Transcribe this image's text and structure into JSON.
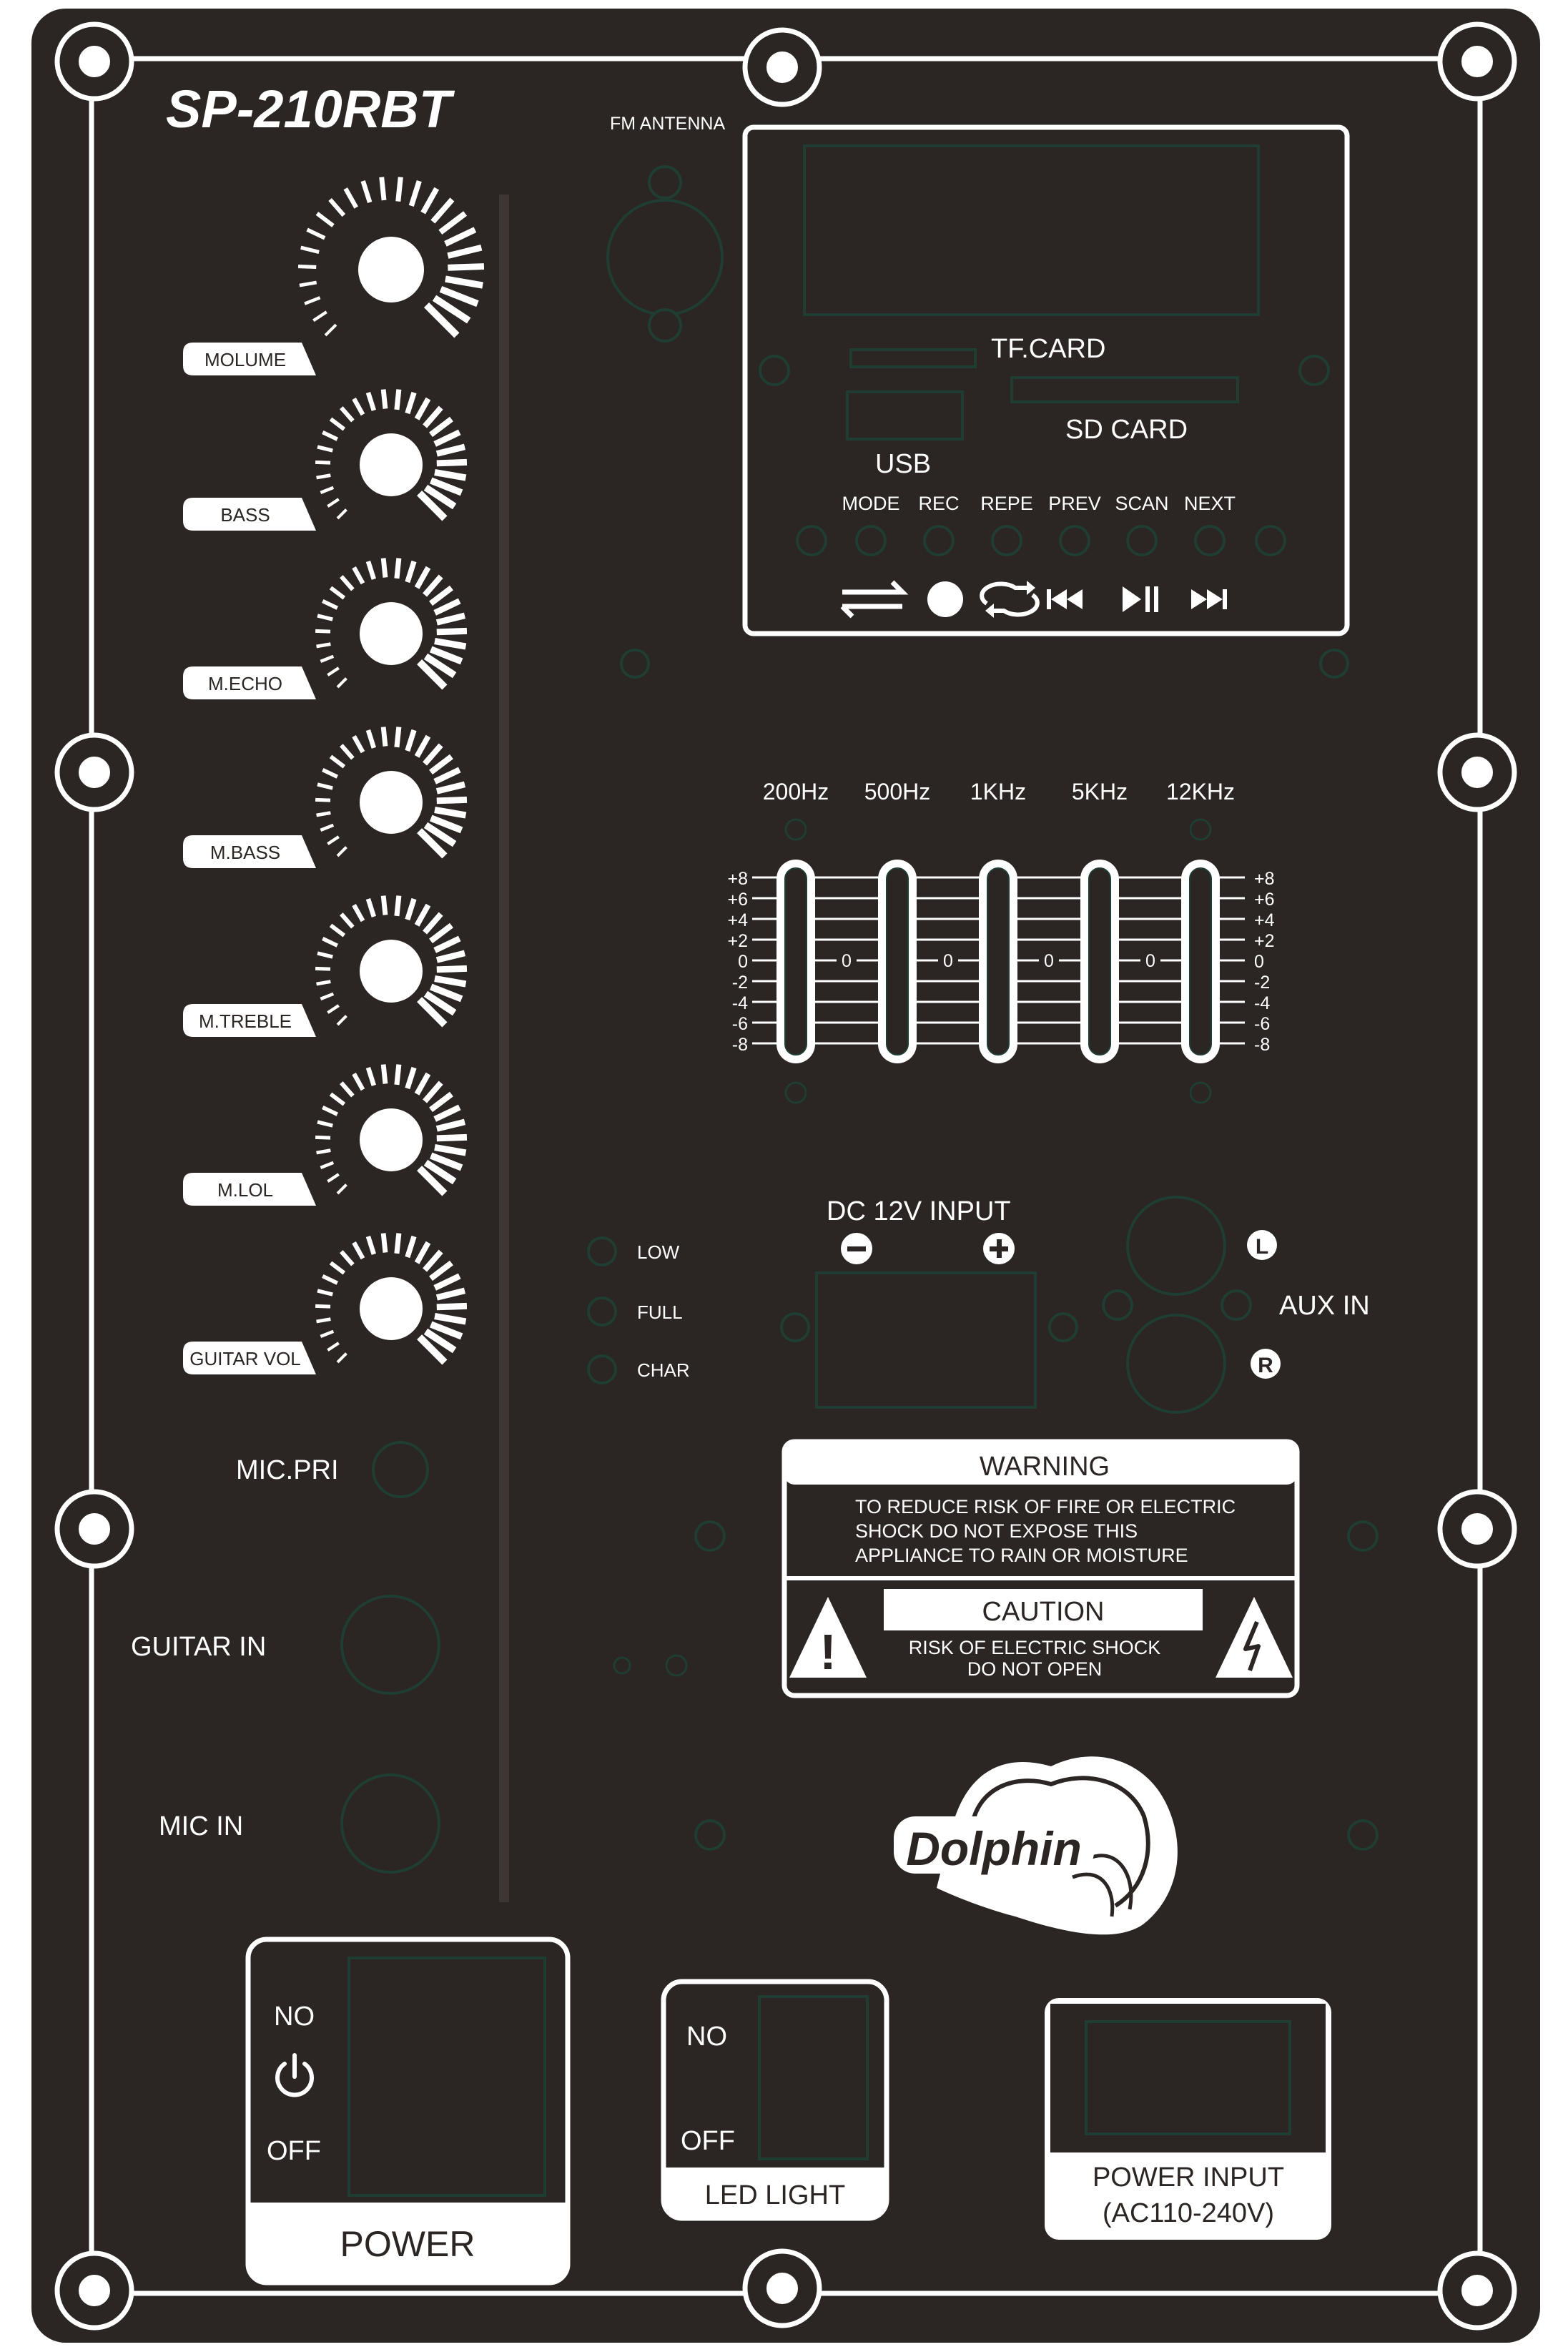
{
  "model": "SP-210RBT",
  "fm_antenna_label": "FM ANTENNA",
  "knobs": [
    {
      "label": "MOLUME"
    },
    {
      "label": "BASS"
    },
    {
      "label": "M.ECHO"
    },
    {
      "label": "M.BASS"
    },
    {
      "label": "M.TREBLE"
    },
    {
      "label": "M.LOL"
    },
    {
      "label": "GUITAR VOL"
    }
  ],
  "jacks": {
    "mic_pri": "MIC.PRI",
    "guitar_in": "GUITAR IN",
    "mic_in": "MIC IN"
  },
  "player": {
    "tf_card": "TF.CARD",
    "sd_card": "SD CARD",
    "usb": "USB",
    "buttons": [
      "MODE",
      "REC",
      "REPE",
      "PREV",
      "SCAN",
      "NEXT"
    ],
    "icons": [
      "swap-arrows-icon",
      "record-dot-icon",
      "repeat-icon",
      "previous-icon",
      "play-pause-icon",
      "next-icon"
    ]
  },
  "equalizer": {
    "bands": [
      "200Hz",
      "500Hz",
      "1KHz",
      "5KHz",
      "12KHz"
    ],
    "scale": [
      "+8",
      "+6",
      "+4",
      "+2",
      "0",
      "-2",
      "-4",
      "-6",
      "-8"
    ],
    "center_label": "0"
  },
  "indicators": [
    "LOW",
    "FULL",
    "CHAR"
  ],
  "dc_input": {
    "label": "DC 12V INPUT",
    "minus": "−",
    "plus": "+"
  },
  "aux": {
    "label": "AUX IN",
    "left": "L",
    "right": "R"
  },
  "warning": {
    "title": "WARNING",
    "lines": [
      "TO REDUCE RISK OF FIRE OR ELECTRIC",
      "SHOCK DO NOT EXPOSE THIS",
      "APPLIANCE TO RAIN OR MOISTURE"
    ],
    "caution": "CAUTION",
    "caution_lines": [
      "RISK OF ELECTRIC SHOCK",
      "DO NOT OPEN"
    ],
    "exclamation": "!"
  },
  "brand": "Dolphin",
  "power_switch": {
    "on": "NO",
    "off": "OFF",
    "label": "POWER"
  },
  "led_switch": {
    "on": "NO",
    "off": "OFF",
    "label": "LED LIGHT"
  },
  "power_input": {
    "label": "POWER INPUT",
    "range": "(AC110-240V)"
  },
  "colors": {
    "panel": "#2b2523",
    "line": "#ffffff",
    "cutout": "#1f3d32"
  }
}
